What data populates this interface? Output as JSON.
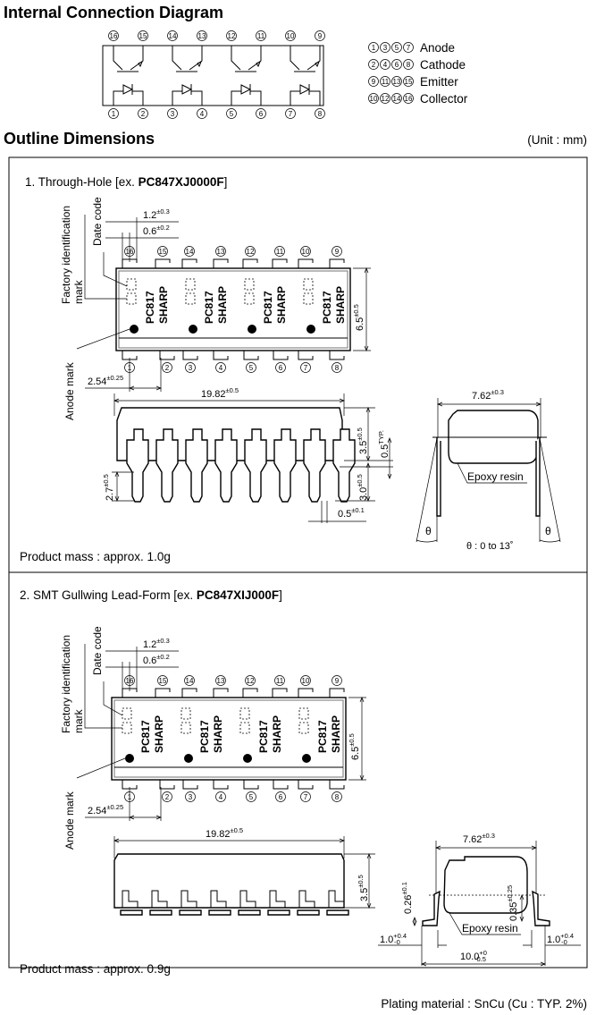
{
  "internal": {
    "title": "Internal Connection Diagram",
    "top_pins": [
      "16",
      "15",
      "14",
      "13",
      "12",
      "11",
      "10",
      "9"
    ],
    "bottom_pins": [
      "1",
      "2",
      "3",
      "4",
      "5",
      "6",
      "7",
      "8"
    ],
    "legend": [
      {
        "pins": [
          "1",
          "3",
          "5",
          "7"
        ],
        "label": "Anode"
      },
      {
        "pins": [
          "2",
          "4",
          "6",
          "8"
        ],
        "label": "Cathode"
      },
      {
        "pins": [
          "9",
          "11",
          "13",
          "15"
        ],
        "label": "Emitter"
      },
      {
        "pins": [
          "10",
          "12",
          "14",
          "16"
        ],
        "label": "Collector"
      }
    ]
  },
  "outline": {
    "title": "Outline Dimensions",
    "unit": "(Unit : mm)"
  },
  "through_hole": {
    "heading_prefix": "1. Through-Hole [ex. ",
    "part": "PC847XJ0000F",
    "heading_suffix": "]",
    "marking": "PC817",
    "brand": "SHARP",
    "factory_label": "Factory identification",
    "factory_label2": "mark",
    "date_code": "Date code",
    "anode_mark": "Anode mark",
    "dims": {
      "lead_w": {
        "v": "1.2",
        "tol": "±0.3"
      },
      "lead_n": {
        "v": "0.6",
        "tol": "±0.2"
      },
      "pitch": {
        "v": "2.54",
        "tol": "±0.25"
      },
      "width": {
        "v": "6.5",
        "tol": "±0.5"
      },
      "length": {
        "v": "19.82",
        "tol": "±0.5"
      },
      "height": {
        "v": "3.5",
        "tol": "±0.5"
      },
      "standoff": {
        "v": "0.5",
        "tol": "TYP."
      },
      "lead_len": {
        "v": "3.0",
        "tol": "±0.5"
      },
      "lead_len2": {
        "v": "2.7",
        "tol": "±0.5"
      },
      "lead_th": {
        "v": "0.5",
        "tol": "±0.1"
      },
      "row": {
        "v": "7.62",
        "tol": "±0.3"
      }
    },
    "epoxy": "Epoxy resin",
    "theta": "θ",
    "theta_range": "θ : 0 to 13˚",
    "mass": "Product mass : approx. 1.0g"
  },
  "smt": {
    "heading_prefix": "2. SMT Gullwing Lead-Form [ex. ",
    "part": "PC847XIJ000F",
    "heading_suffix": "]",
    "marking": "PC817",
    "brand": "SHARP",
    "factory_label": "Factory identification",
    "factory_label2": "mark",
    "date_code": "Date code",
    "anode_mark": "Anode mark",
    "dims": {
      "lead_w": {
        "v": "1.2",
        "tol": "±0.3"
      },
      "lead_n": {
        "v": "0.6",
        "tol": "±0.2"
      },
      "pitch": {
        "v": "2.54",
        "tol": "±0.25"
      },
      "width": {
        "v": "6.5",
        "tol": "±0.5"
      },
      "length": {
        "v": "19.82",
        "tol": "±0.5"
      },
      "height": {
        "v": "3.5",
        "tol": "±0.5"
      },
      "row": {
        "v": "7.62",
        "tol": "±0.3"
      },
      "foot_th": {
        "v": "0.26",
        "tol": "±0.1"
      },
      "clear": {
        "v": "0.35",
        "tol": "±0.25"
      },
      "foot_l": {
        "v": "1.0",
        "tol_p": "+0.4",
        "tol_m": "-0"
      },
      "foot_r": {
        "v": "1.0",
        "tol_p": "+0.4",
        "tol_m": "-0"
      },
      "span": {
        "v": "10.0",
        "tol_p": "+0",
        "tol_m": "-0.5"
      }
    },
    "epoxy": "Epoxy resin",
    "mass": "Product mass : approx. 0.9g"
  },
  "plating": "Plating material : SnCu (Cu : TYP. 2%)"
}
